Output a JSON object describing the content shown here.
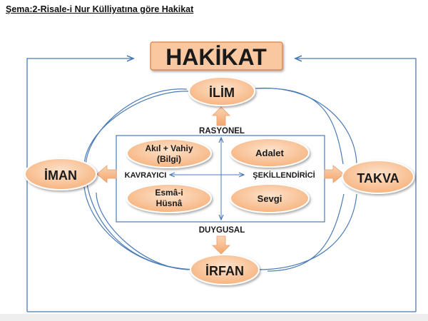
{
  "title": "Şema:2-Risale-i Nur Külliyatına göre Hakikat",
  "nodes": {
    "hakikat": "HAKİKAT",
    "ilim": "İLİM",
    "iman": "İMAN",
    "takva": "TAKVA",
    "irfan": "İRFAN",
    "akil_vahiy_line1": "Akıl + Vahiy",
    "akil_vahiy_line2": "(Bilgi)",
    "adalet": "Adalet",
    "esmai_husna_line1": "Esmâ-i",
    "esmai_husna_line2": "Hüsnâ",
    "sevgi": "Sevgi"
  },
  "axis_labels": {
    "rasyonel": "RASYONEL",
    "duygusal": "DUYGUSAL",
    "kavrayici": "KAVRAYICI",
    "sekillendirici": "ŞEKİLLENDİRİCİ"
  },
  "colors": {
    "box_fill": "#fac8a0",
    "box_stroke": "#e07a3c",
    "ellipse_fill": "#f9c49a",
    "ellipse_stroke": "#ffffff",
    "line": "#4a7bb7",
    "text": "#1a1a1a"
  }
}
